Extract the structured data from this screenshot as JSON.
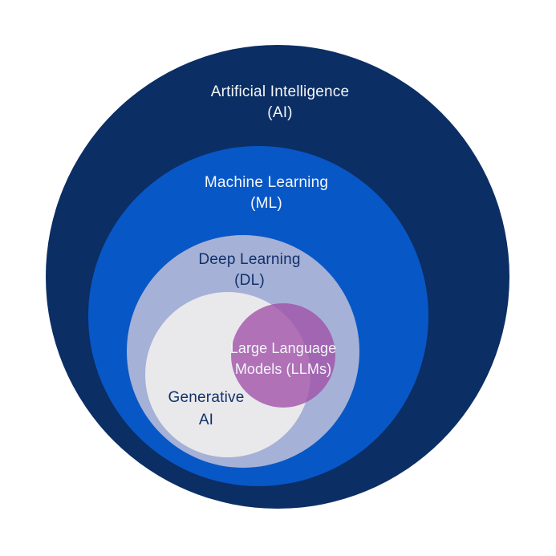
{
  "diagram": {
    "type": "nested-venn",
    "background_color": "#ffffff",
    "rings": {
      "ai": {
        "name": "Artificial Intelligence (AI)",
        "line1": "Artificial Intelligence",
        "line2": "(AI)",
        "color": "#0b2e64",
        "text_color": "#f4f7f9"
      },
      "ml": {
        "name": "Machine Learning (ML)",
        "line1": "Machine Learning",
        "line2": "(ML)",
        "color": "#0857c6",
        "text_color": "#f4f7f9"
      },
      "dl": {
        "name": "Deep Learning (DL)",
        "line1": "Deep Learning",
        "line2": "(DL)",
        "color": "#a5b1d6",
        "text_color": "#13306b"
      },
      "genai": {
        "name": "Generative AI",
        "line1": "Generative",
        "line2": "AI",
        "color": "#e9e9eb",
        "text_color": "#13306b"
      },
      "llm": {
        "name": "Large Language Models (LLMs)",
        "line1": "Large Language",
        "line2": "Models (LLMs)",
        "color": "#a04fa8",
        "text_color": "#f4f7f9"
      }
    }
  }
}
